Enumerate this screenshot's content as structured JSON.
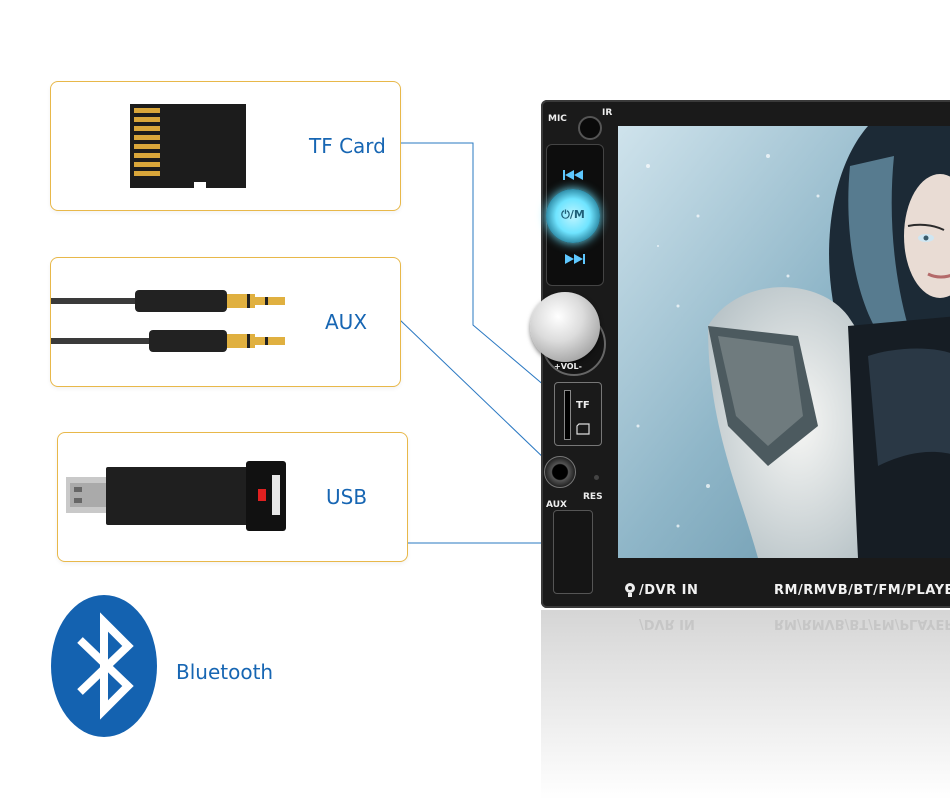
{
  "features": [
    {
      "label": "TF Card",
      "icon": "tf-card-icon"
    },
    {
      "label": "AUX",
      "icon": "aux-cable-icon"
    },
    {
      "label": "USB",
      "icon": "usb-drive-icon"
    },
    {
      "label": "Bluetooth",
      "icon": "bluetooth-icon"
    }
  ],
  "device": {
    "mic_label": "MIC",
    "ir_label": "IR",
    "power_mode_label": "⏻/M",
    "vol_label": "+VOL-",
    "tf_slot_label": "TF",
    "aux_label": "AUX",
    "res_label": "RES",
    "dvr_label": "/DVR IN",
    "formats_label": "RM/RMVB/BT/FM/PLAYER"
  },
  "colors": {
    "accent_label": "#1766b3",
    "box_border": "#e8b84a",
    "bluetooth": "#1462b0",
    "button_glow": "#6fe4ff"
  }
}
